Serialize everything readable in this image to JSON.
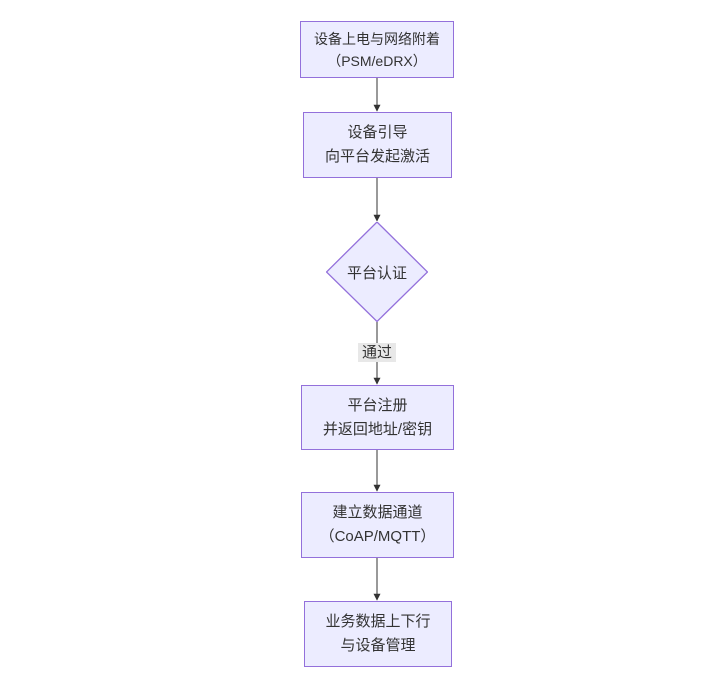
{
  "diagram": {
    "type": "flowchart",
    "direction": "top-down",
    "nodes": [
      {
        "id": "power-attach",
        "shape": "rect",
        "line1": "设备上电与网络附着",
        "line2": "（PSM/eDRX）"
      },
      {
        "id": "bootstrap",
        "shape": "rect",
        "line1": "设备引导",
        "line2": "向平台发起激活"
      },
      {
        "id": "platform-auth",
        "shape": "diamond",
        "line1": "平台认证",
        "line2": ""
      },
      {
        "id": "register",
        "shape": "rect",
        "line1": "平台注册",
        "line2": "并返回地址/密钥"
      },
      {
        "id": "data-channel",
        "shape": "rect",
        "line1": "建立数据通道",
        "line2": "（CoAP/MQTT）"
      },
      {
        "id": "business-data",
        "shape": "rect",
        "line1": "业务数据上下行",
        "line2": "与设备管理"
      }
    ],
    "edges": [
      {
        "from": "power-attach",
        "to": "bootstrap",
        "label": ""
      },
      {
        "from": "bootstrap",
        "to": "platform-auth",
        "label": ""
      },
      {
        "from": "platform-auth",
        "to": "register",
        "label": "通过"
      },
      {
        "from": "register",
        "to": "data-channel",
        "label": ""
      },
      {
        "from": "data-channel",
        "to": "business-data",
        "label": ""
      }
    ],
    "colors": {
      "node_fill": "#ECECFF",
      "node_border": "#9370DB",
      "arrow": "#333333",
      "edge_label_bg": "#e8e8e8",
      "text": "#333333",
      "background": "#ffffff"
    }
  }
}
